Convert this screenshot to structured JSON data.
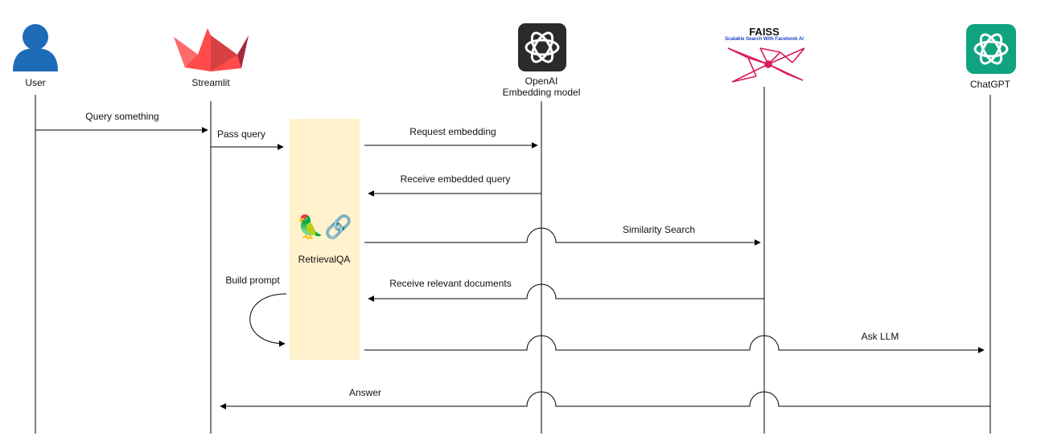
{
  "actors": {
    "user": "User",
    "streamlit": "Streamlit",
    "openai_name": "OpenAI",
    "openai_sub": "Embedding model",
    "faiss_title": "FAISS",
    "faiss_sub": "Scalable Search With Facebook AI",
    "chatgpt": "ChatGPT"
  },
  "retrieval_box": {
    "label": "RetrievalQA",
    "emoji": "🦜🔗"
  },
  "messages": {
    "query_something": "Query something",
    "pass_query": "Pass query",
    "request_embedding": "Request embedding",
    "receive_embedded_query": "Receive embedded query",
    "similarity_search": "Similarity Search",
    "build_prompt": "Build prompt",
    "receive_relevant_documents": "Receive relevant documents",
    "ask_llm": "Ask LLM",
    "answer": "Answer"
  },
  "colors": {
    "user_icon": "#1E6BB8",
    "streamlit_crown": "#FF4B4B",
    "openai_tile": "#2B2B2B",
    "chatgpt_tile": "#10A37F",
    "faiss_net": "#D81B60",
    "retrieval_box_fill": "#FFF2CC"
  }
}
